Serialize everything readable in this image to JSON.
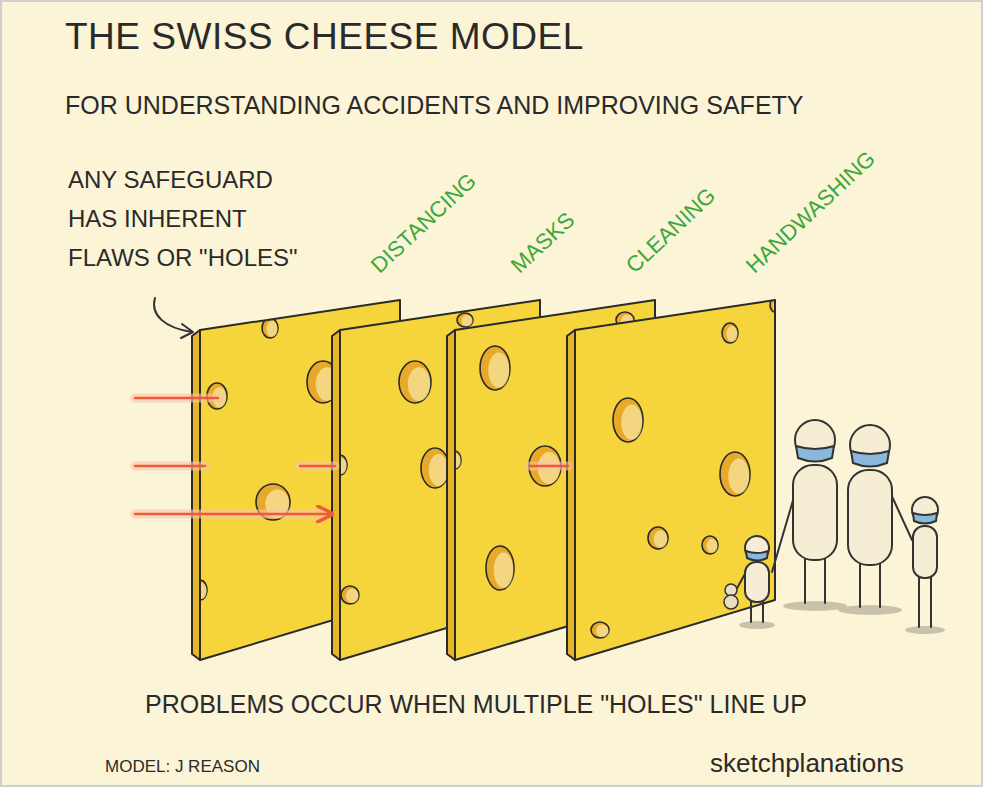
{
  "diagram": {
    "title": "THE SWISS CHEESE MODEL",
    "caption": "PROBLEMS OCCUR WHEN MULTIPLE \"HOLES\" LINE UP",
    "nodes": [
      {
        "text": [
          "DISTANCING"
        ]
      },
      {
        "text": [
          "MASKS"
        ]
      },
      {
        "text": [
          "CLEANING"
        ]
      },
      {
        "text": [
          "HANDWASHING"
        ]
      }
    ],
    "labels": [
      "FOR UNDERSTANDING ACCIDENTS AND IMPROVING SAFETY",
      "ANY SAFEGUARD HAS INHERENT FLAWS OR \"HOLES\"",
      "MODEL: J REASON",
      "sketchplanations"
    ]
  }
}
